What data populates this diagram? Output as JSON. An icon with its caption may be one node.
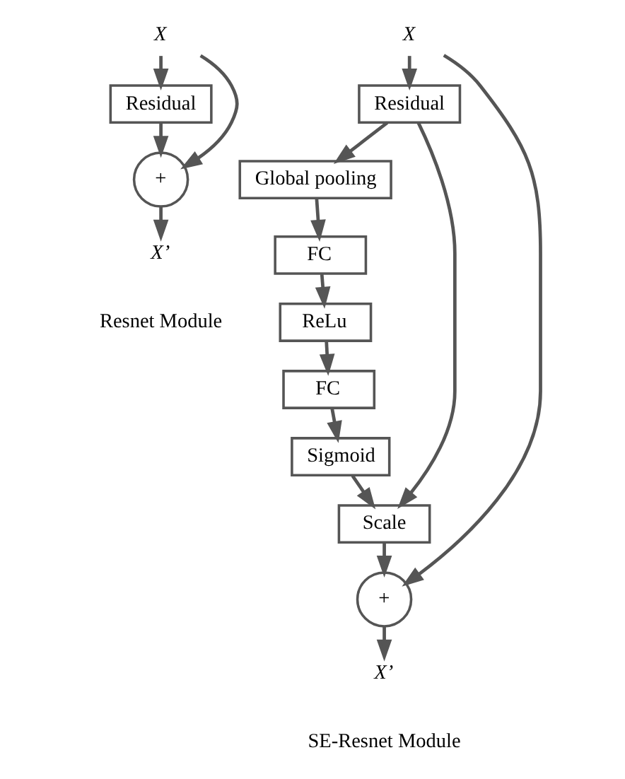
{
  "diagram": {
    "nodes": [
      {
        "text": [
          "X"
        ]
      },
      {
        "text": [
          "Residual"
        ]
      },
      {
        "text": [
          "+"
        ]
      },
      {
        "text": [
          "X’"
        ]
      },
      {
        "text": [
          "X"
        ]
      },
      {
        "text": [
          "Residual"
        ]
      },
      {
        "text": [
          "Global pooling"
        ]
      },
      {
        "text": [
          "FC"
        ]
      },
      {
        "text": [
          "ReLu"
        ]
      },
      {
        "text": [
          "FC"
        ]
      },
      {
        "text": [
          "Sigmoid"
        ]
      },
      {
        "text": [
          "Scale"
        ]
      },
      {
        "text": [
          "+"
        ]
      },
      {
        "text": [
          "X’"
        ]
      }
    ],
    "edges": [
      {
        "from": 0,
        "to": 1,
        "arrow": "to"
      },
      {
        "from": 0,
        "to": 2,
        "arrow": "to"
      },
      {
        "from": 1,
        "to": 2,
        "arrow": "to"
      },
      {
        "from": 2,
        "to": 3,
        "arrow": "to"
      },
      {
        "from": 4,
        "to": 5,
        "arrow": "to"
      },
      {
        "from": 4,
        "to": 12,
        "arrow": "to"
      },
      {
        "from": 5,
        "to": 6,
        "arrow": "to"
      },
      {
        "from": 5,
        "to": 11,
        "arrow": "to"
      },
      {
        "from": 6,
        "to": 7,
        "arrow": "to"
      },
      {
        "from": 7,
        "to": 8,
        "arrow": "to"
      },
      {
        "from": 8,
        "to": 9,
        "arrow": "to"
      },
      {
        "from": 9,
        "to": 10,
        "arrow": "to"
      },
      {
        "from": 10,
        "to": 11,
        "arrow": "to"
      },
      {
        "from": 11,
        "to": 12,
        "arrow": "to"
      },
      {
        "from": 12,
        "to": 13,
        "arrow": "to"
      }
    ],
    "labels": [
      "Resnet Module",
      "SE-Resnet Module"
    ]
  }
}
